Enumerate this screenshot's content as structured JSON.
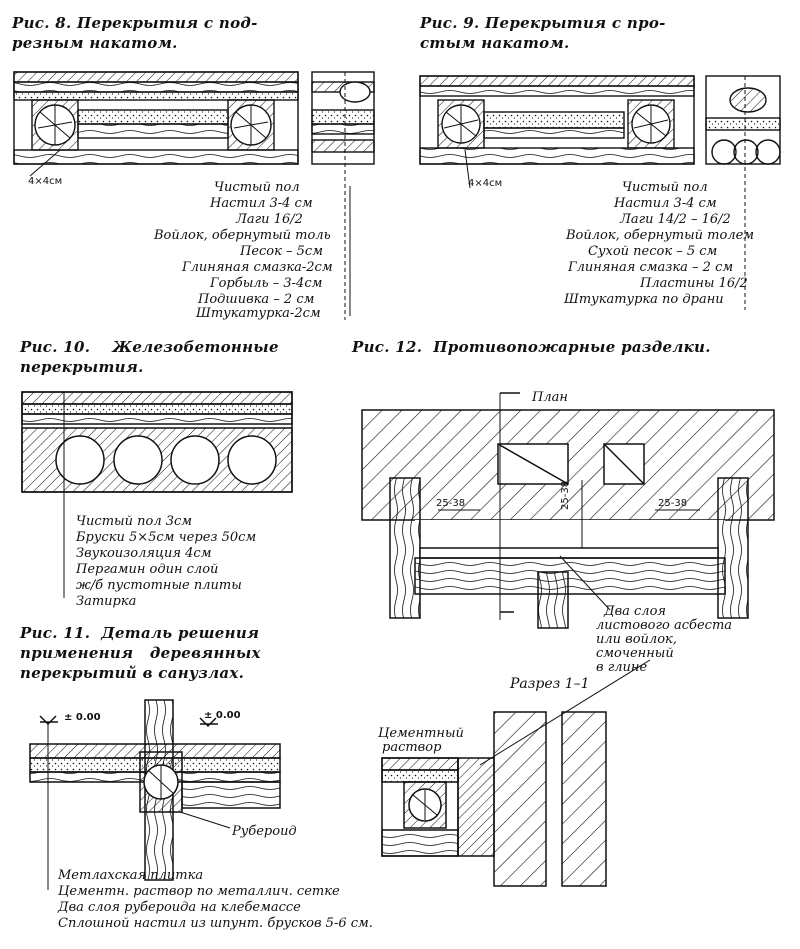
{
  "fig8": {
    "caption_line1": "Рис. 8. Перекрытия с под-",
    "caption_line2": "резным накатом.",
    "dimension": "4×4см",
    "layers": [
      "Чистый пол",
      "Настил 3-4 см",
      "Лаги 16/2",
      "Войлок, обернутый толь",
      "Песок – 5см",
      "Глиняная смазка-2см",
      "Горбыль – 3-4см",
      "Подшивка – 2 см",
      "Штукатурка-2см"
    ]
  },
  "fig9": {
    "caption_line1": "Рис. 9. Перекрытия с про-",
    "caption_line2": "стым накатом.",
    "dimension": "4×4см",
    "layers": [
      "Чистый пол",
      "Настил 3-4 см",
      "Лаги 14/2 – 16/2",
      "Войлок, обернутый толем",
      "Сухой песок – 5 см",
      "Глиняная смазка – 2 см",
      "Пластины 16/2",
      "Штукатурка по драни"
    ]
  },
  "fig10": {
    "caption_line1": "Рис. 10.    Железобетонные",
    "caption_line2": "перекрытия.",
    "layers": [
      "Чистый пол 3см",
      "Бруски 5×5см через 50см",
      "Звукоизоляция 4см",
      "Пергамин один слой",
      "ж/б пустотные плиты",
      "Затирка"
    ]
  },
  "fig11": {
    "caption_line1": "Рис. 11.  Деталь решения",
    "caption_line2": "применения   деревянных",
    "caption_line3": "перекрытий в санузлах.",
    "level_left": "± 0.00",
    "level_right": "± 0.00",
    "label_ruberoid": "Рубероид",
    "layers": [
      "Метлахская плитка",
      "Цементн. раствор по металлич. сетке",
      "Два слоя рубероида на клебемассе",
      "Сплошной настил из шпунт. брусков 5-6 см."
    ]
  },
  "fig12": {
    "caption": "Рис. 12.  Противопожарные разделки.",
    "plan_label": "План",
    "dim_left": "25-38",
    "dim_right": "25-38",
    "dim_vertical": "25-38",
    "note_line1": "Два слоя",
    "note_line2": "листового асбеста",
    "note_line3": "или войлок,",
    "note_line4": "смоченный",
    "note_line5": "в глине",
    "section_label": "Разрез  1–1",
    "cement_line1": "Цементный",
    "cement_line2": "раствор"
  }
}
